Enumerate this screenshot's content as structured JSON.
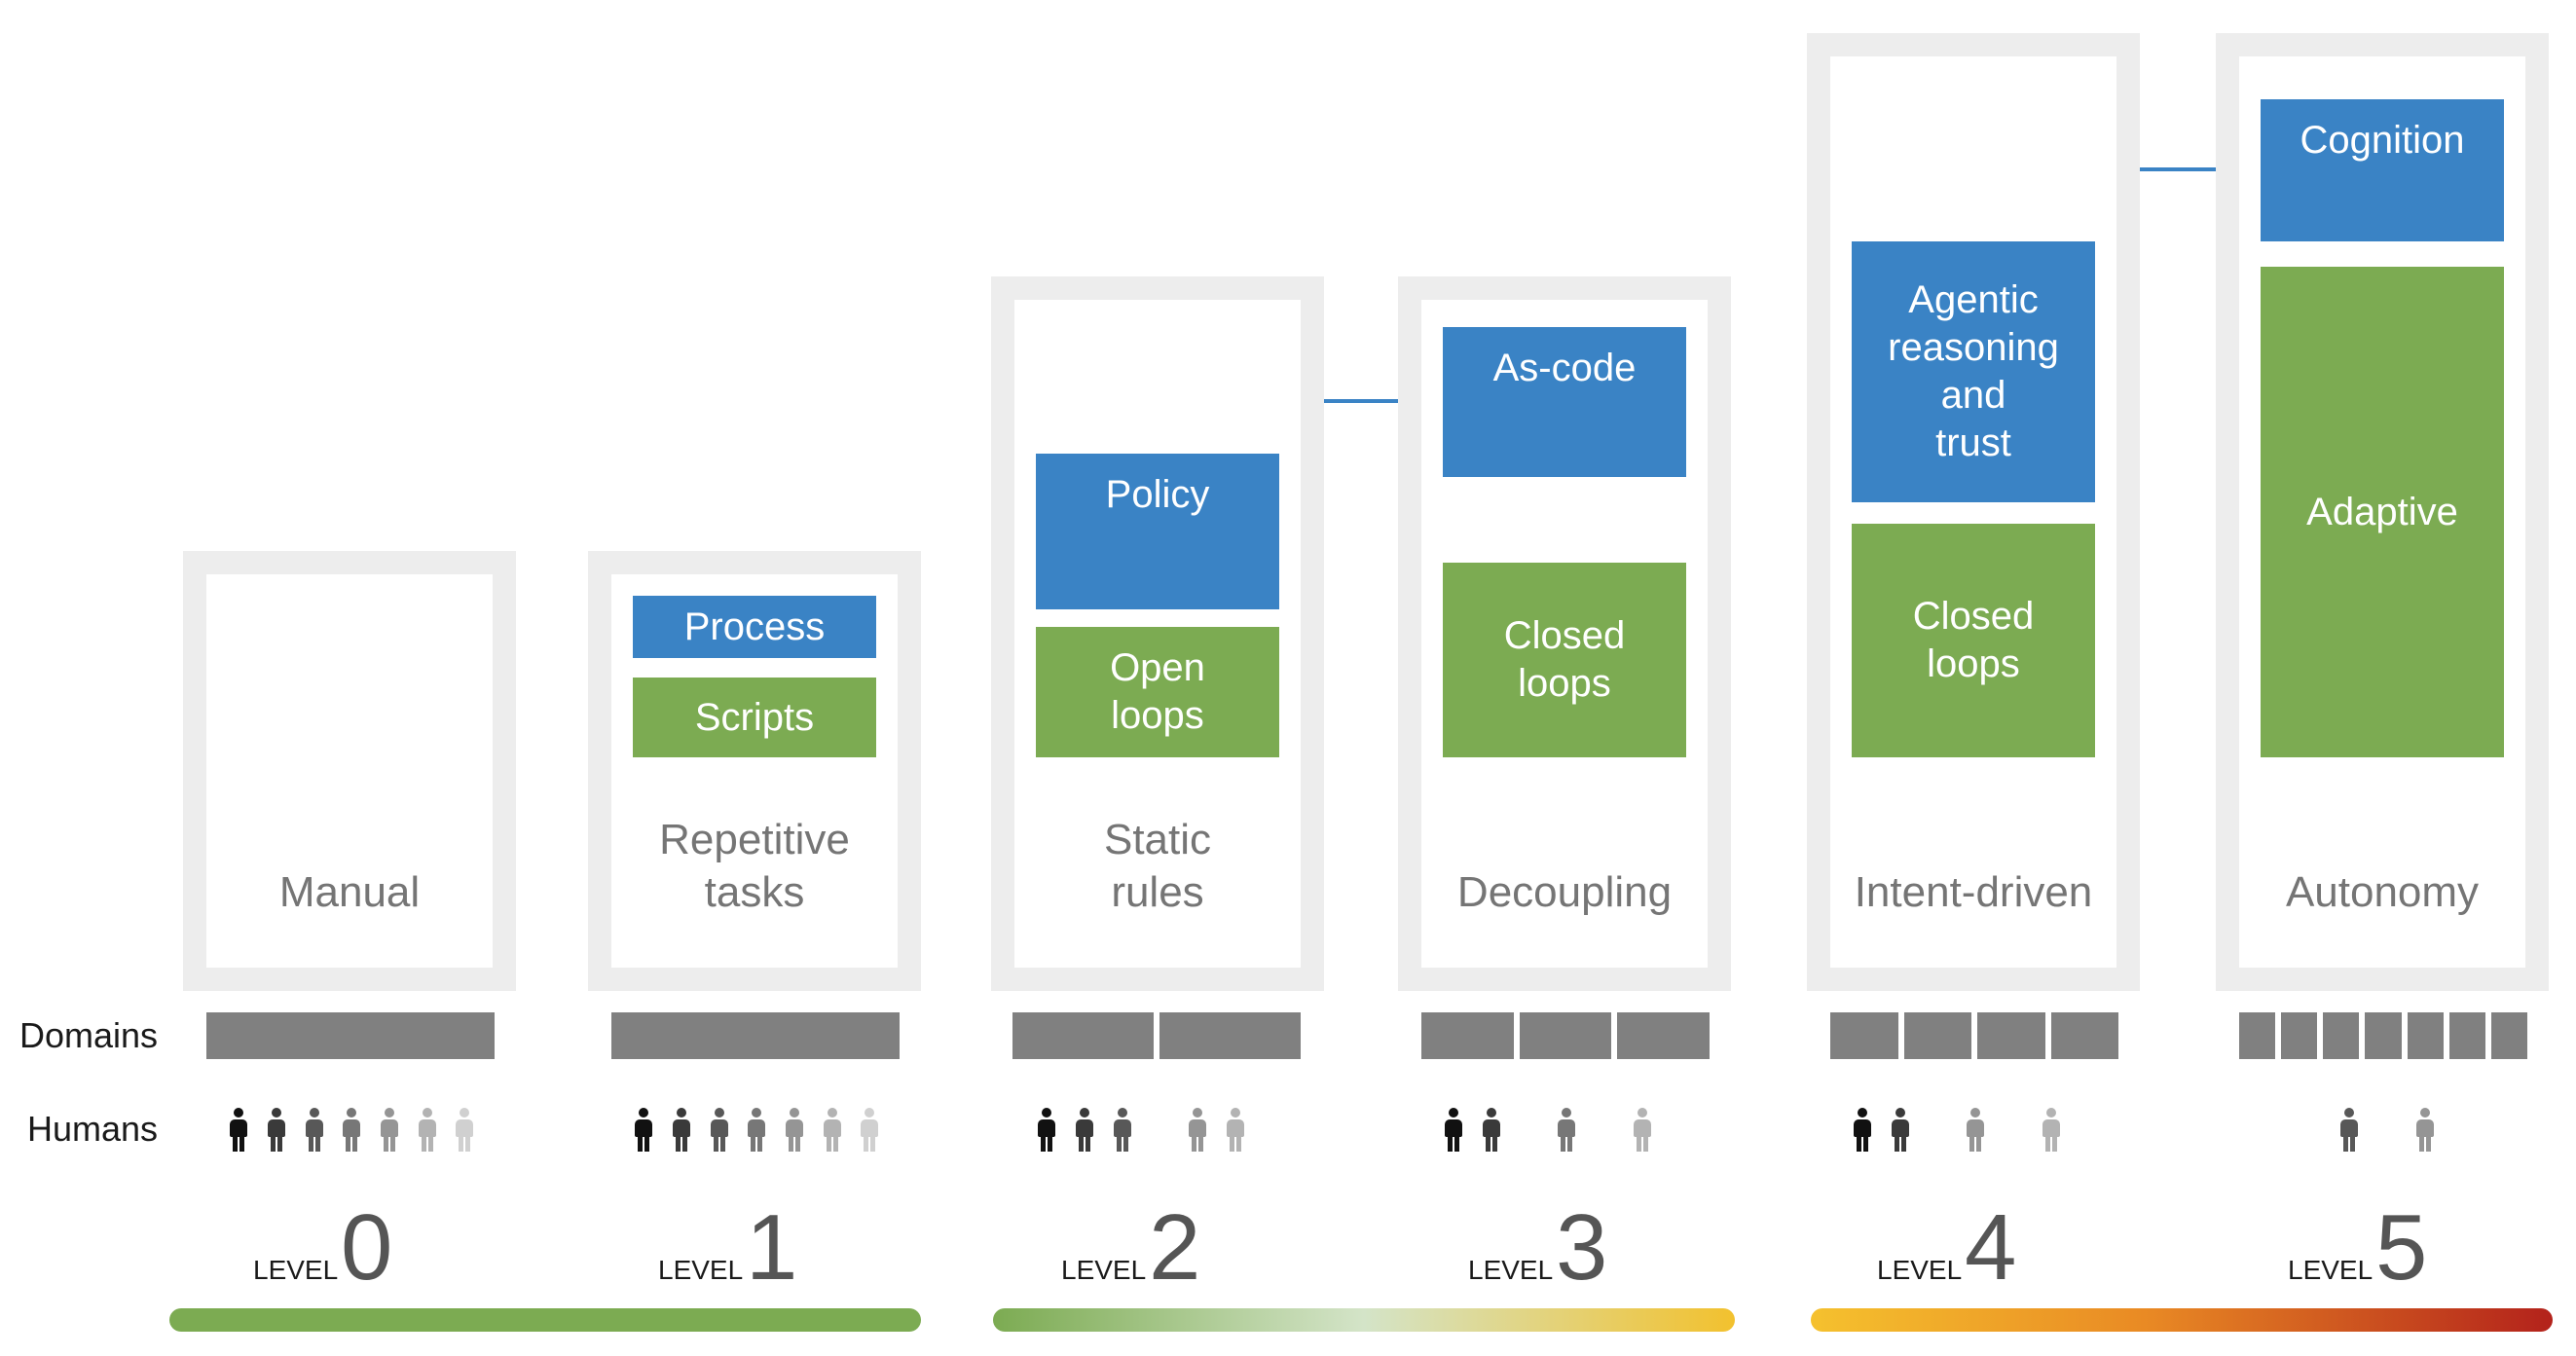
{
  "columns": [
    {
      "title": "Manual",
      "boxes": []
    },
    {
      "title": "Repetitive\ntasks",
      "boxes": [
        {
          "text": "Process",
          "color": "blue"
        },
        {
          "text": "Scripts",
          "color": "green"
        }
      ]
    },
    {
      "title": "Static\nrules",
      "boxes": [
        {
          "text": "Policy",
          "color": "blue"
        },
        {
          "text": "Open\nloops",
          "color": "green"
        }
      ]
    },
    {
      "title": "Decoupling",
      "boxes": [
        {
          "text": "As-code",
          "color": "blue"
        },
        {
          "text": "Closed\nloops",
          "color": "green"
        }
      ]
    },
    {
      "title": "Intent-driven",
      "boxes": [
        {
          "text": "Agentic\nreasoning\nand\ntrust",
          "color": "blue"
        },
        {
          "text": "Closed\nloops",
          "color": "green"
        }
      ]
    },
    {
      "title": "Autonomy",
      "boxes": [
        {
          "text": "Cognition",
          "color": "blue"
        },
        {
          "text": "Adaptive",
          "color": "green"
        }
      ]
    }
  ],
  "row_labels": {
    "domains": "Domains",
    "humans": "Humans"
  },
  "domain_segments": [
    1,
    1,
    2,
    3,
    4,
    7
  ],
  "humans": [
    [
      "#111111",
      "#3a3a3a",
      "#585858",
      "#777777",
      "#959595",
      "#b3b3b3",
      "#d0d0d0"
    ],
    [
      "#111111",
      "#3a3a3a",
      "#585858",
      "#777777",
      "#959595",
      "#b3b3b3",
      "#d0d0d0"
    ],
    [
      "#111111",
      "#3a3a3a",
      "#585858",
      "#959595",
      "#b3b3b3"
    ],
    [
      "#111111",
      "#3a3a3a",
      "#777777",
      "#b3b3b3"
    ],
    [
      "#111111",
      "#3a3a3a",
      "#959595",
      "#b3b3b3"
    ],
    [
      "#585858",
      "#959595"
    ]
  ],
  "levels": [
    {
      "word": "LEVEL",
      "number": "0"
    },
    {
      "word": "LEVEL",
      "number": "1"
    },
    {
      "word": "LEVEL",
      "number": "2"
    },
    {
      "word": "LEVEL",
      "number": "3"
    },
    {
      "word": "LEVEL",
      "number": "4"
    },
    {
      "word": "LEVEL",
      "number": "5"
    }
  ],
  "colors": {
    "blue": "#3a83c5",
    "green": "#7cab52",
    "frame": "#ededed",
    "domain": "#808080",
    "bar1": "#7cab52",
    "bar2_start": "#7cab52",
    "bar2_mid": "#d4e4c8",
    "bar2_end": "#f2c12e",
    "bar3_start": "#f5c12e",
    "bar3_mid": "#e98a24",
    "bar3_end": "#b3221b"
  }
}
